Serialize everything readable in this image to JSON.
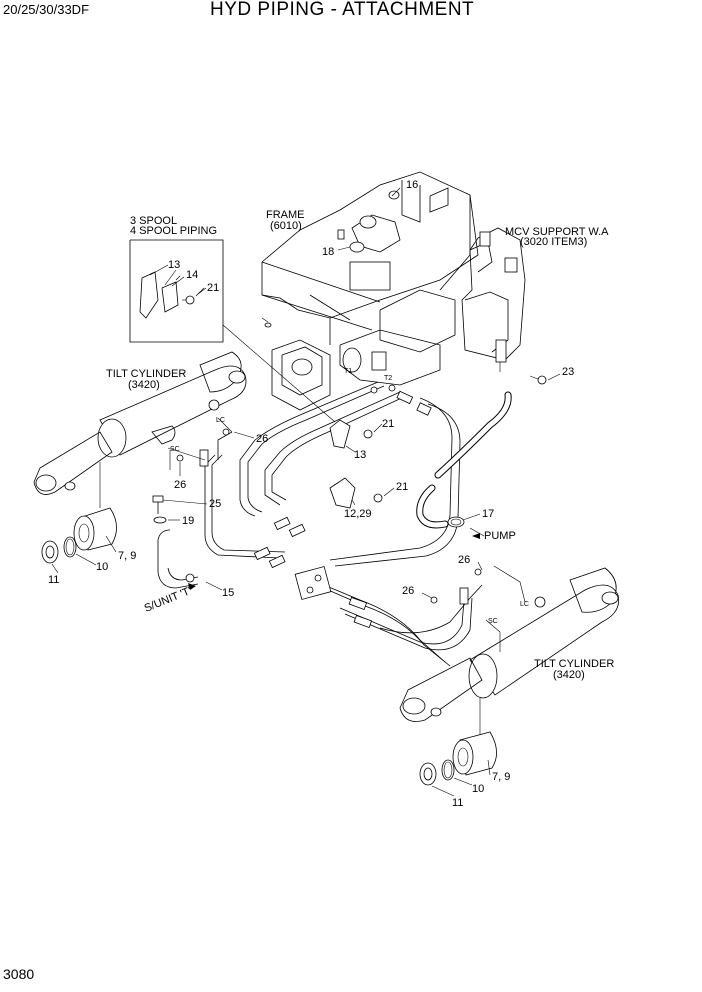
{
  "header": {
    "model": "20/25/30/33DF",
    "title": "HYD PIPING - ATTACHMENT"
  },
  "page_number": "3080",
  "labels": {
    "frame": "FRAME",
    "frame_ref": "(6010)",
    "mcv_support": "MCV SUPPORT W.A",
    "mcv_support_ref": "(3020 ITEM3)",
    "spool_3": "3 SPOOL",
    "spool_4": "4 SPOOL PIPING",
    "tilt_cyl_left": "TILT CYLINDER",
    "tilt_cyl_left_ref": "(3420)",
    "tilt_cyl_right": "TILT CYLINDER",
    "tilt_cyl_right_ref": "(3420)",
    "pump": "PUMP",
    "sunit": "S/UNIT 'T'",
    "t1": "T1",
    "t2": "T2",
    "lc_left": "LC",
    "sc_left": "SC",
    "lc_right": "LC",
    "sc_right": "SC"
  },
  "callouts": {
    "c16": "16",
    "c18": "18",
    "c13_box": "13",
    "c14": "14",
    "c21_box": "21",
    "c23": "23",
    "c21_a": "21",
    "c26_a": "26",
    "c13": "13",
    "c21_b": "21",
    "c26_b": "26",
    "c25": "25",
    "c12_29": "12,29",
    "c17": "17",
    "c19": "19",
    "c7_9_left": "7, 9",
    "c10_left": "10",
    "c11_left": "11",
    "c15": "15",
    "c26_c": "26",
    "c26_d": "26",
    "c7_9_right": "7, 9",
    "c10_right": "10",
    "c11_right": "11"
  }
}
